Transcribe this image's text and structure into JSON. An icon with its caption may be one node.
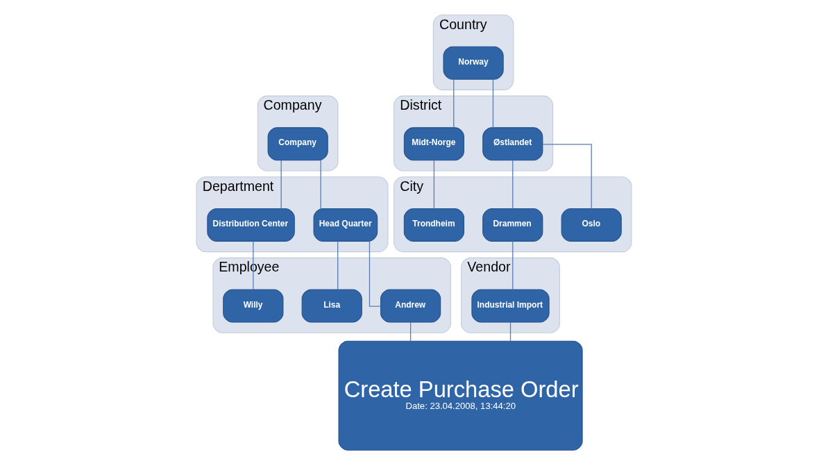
{
  "diagram": {
    "nodes": [
      {
        "text": [
          "Company"
        ]
      },
      {
        "text": [
          "Company"
        ],
        "in": 0
      },
      {
        "text": [
          "Department"
        ]
      },
      {
        "text": [
          "Head Quarter"
        ],
        "in": 2
      },
      {
        "text": [
          "Distribution Center"
        ],
        "in": 2
      },
      {
        "text": [
          "Employee"
        ]
      },
      {
        "text": [
          "Andrew"
        ],
        "in": 5
      },
      {
        "text": [
          "Lisa"
        ],
        "in": 5
      },
      {
        "text": [
          "Willy"
        ],
        "in": 5
      },
      {
        "text": [
          "Country"
        ]
      },
      {
        "text": [
          "Norway"
        ],
        "in": 9
      },
      {
        "text": [
          "District"
        ]
      },
      {
        "text": [
          "Østlandet"
        ],
        "in": 11
      },
      {
        "text": [
          "Midt-Norge"
        ],
        "in": 11
      },
      {
        "text": [
          "City"
        ]
      },
      {
        "text": [
          "Oslo"
        ],
        "in": 14
      },
      {
        "text": [
          "Drammen"
        ],
        "in": 14
      },
      {
        "text": [
          "Trondheim"
        ],
        "in": 14
      },
      {
        "text": [
          "Vendor"
        ]
      },
      {
        "text": [
          "Industrial Import"
        ],
        "in": 18
      },
      {
        "text": [
          "Create Purchase Order",
          "Date: 23.04.2008, 13:44:20"
        ]
      }
    ],
    "edges": [
      {
        "from": 1,
        "to": 3,
        "arrow": "none"
      },
      {
        "from": 1,
        "to": 4,
        "arrow": "none"
      },
      {
        "from": 3,
        "to": 6,
        "arrow": "none"
      },
      {
        "from": 3,
        "to": 7,
        "arrow": "none"
      },
      {
        "from": 4,
        "to": 8,
        "arrow": "none"
      },
      {
        "from": 10,
        "to": 12,
        "arrow": "none"
      },
      {
        "from": 10,
        "to": 13,
        "arrow": "none"
      },
      {
        "from": 12,
        "to": 15,
        "arrow": "none"
      },
      {
        "from": 12,
        "to": 16,
        "arrow": "none"
      },
      {
        "from": 13,
        "to": 17,
        "arrow": "none"
      },
      {
        "from": 16,
        "to": 19,
        "arrow": "none"
      },
      {
        "from": 6,
        "to": 20,
        "arrow": "none"
      },
      {
        "from": 19,
        "to": 20,
        "arrow": "none"
      }
    ]
  }
}
